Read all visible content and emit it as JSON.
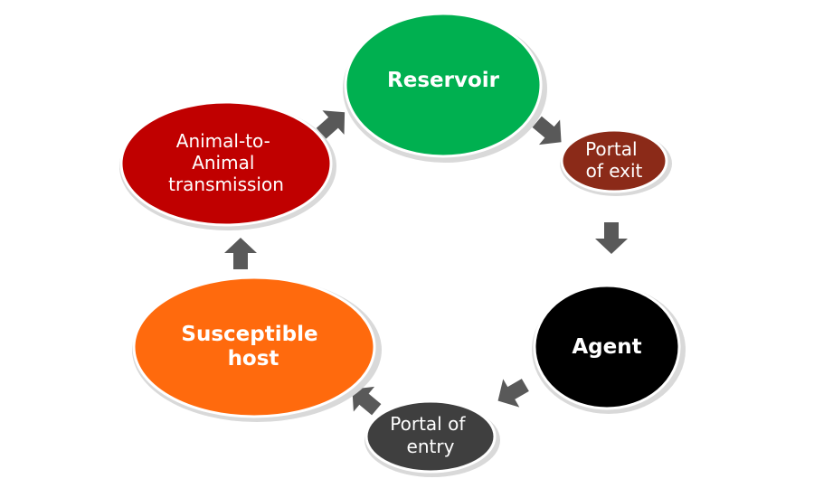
{
  "nodes": {
    "reservoir": {
      "lines": [
        "Reservoir"
      ],
      "fill": "#00b050",
      "text_color": "#ffffff"
    },
    "portal_exit": {
      "lines": [
        "Portal",
        "of exit"
      ],
      "fill": "#8b2a18",
      "text_color": "#ffffff"
    },
    "agent": {
      "lines": [
        "Agent"
      ],
      "fill": "#000000",
      "text_color": "#ffffff"
    },
    "portal_entry": {
      "lines": [
        "Portal of",
        "entry"
      ],
      "fill": "#3f3f3f",
      "text_color": "#ffffff"
    },
    "susceptible_host": {
      "lines": [
        "Susceptible",
        "host"
      ],
      "fill": "#ff6a0d",
      "text_color": "#ffffff"
    },
    "animal_transmission": {
      "lines": [
        "Animal-to-",
        "Animal",
        "transmission"
      ],
      "fill": "#c00000",
      "text_color": "#ffffff"
    }
  },
  "colors": {
    "arrow": "#595959",
    "node_outline": "#ffffff",
    "shadow": "#d9d9d9"
  }
}
